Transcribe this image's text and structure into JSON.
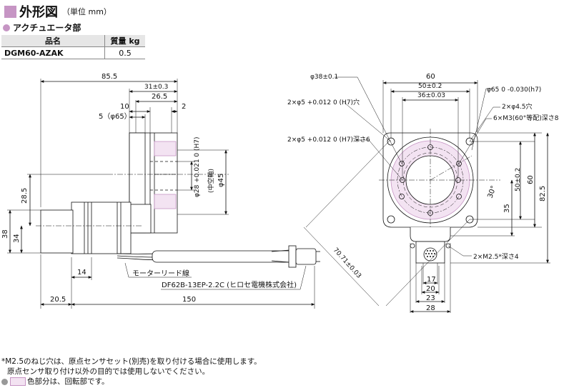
{
  "header": {
    "title": "外形図",
    "unit": "（単位 mm）"
  },
  "section": {
    "title": "アクチュエータ部"
  },
  "spec_table": {
    "headers": [
      "品名",
      "質量 kg"
    ],
    "rows": [
      [
        "DGM60-AZAK",
        "0.5"
      ]
    ]
  },
  "side_view": {
    "dims": [
      "85.5",
      "31±0.3",
      "26.5",
      "10",
      "2",
      "5（φ65）",
      "28.5",
      "38",
      "34",
      "14",
      "20.5",
      "150"
    ],
    "bore_label": "φ28 +0.021 0 (H7)",
    "hollow": "(中空軸)",
    "dia45": "φ45",
    "motor_lead": "モーターリード線",
    "connector": "DF62B-13EP-2.2C (ヒロセ電機株式会社)"
  },
  "front_view": {
    "dims": [
      "60",
      "50±0.2",
      "36±0.03",
      "φ38±0.1",
      "φ65 0 -0.030(h7)",
      "50±0.2",
      "60",
      "82.5",
      "35",
      "30°",
      "70.71±0.03",
      "17",
      "20",
      "23",
      "28"
    ],
    "callouts": [
      "2×φ5 +0.012 0 (H7)穴",
      "2×φ4.5穴",
      "6×M3(60°等配)深さ8",
      "2×φ5 +0.012 0 (H7)深さ6",
      "2×M2.5*深さ4"
    ]
  },
  "notes": {
    "line1": "*M2.5のねじ穴は、原点センサセット(別売)を取り付ける場合に使用します。",
    "line2": "原点センサ取り付け以外の目的では使用しないでください。",
    "line3": "色部分は、回転部です。"
  }
}
